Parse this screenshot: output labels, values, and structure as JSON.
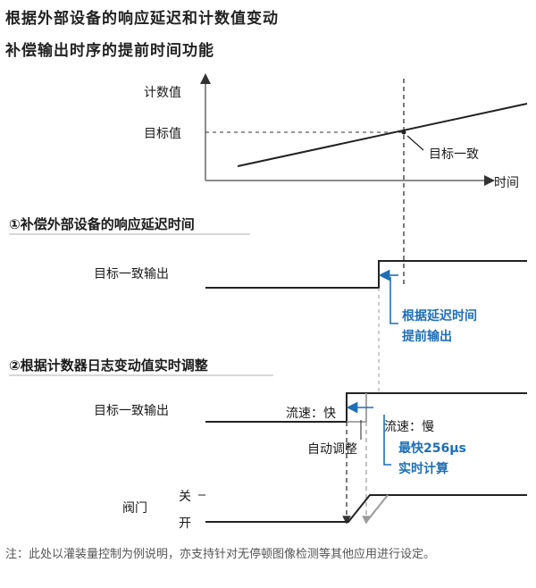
{
  "header": {
    "title_line1": "根据外部设备的响应延迟和计数值变动",
    "title_line2": "补偿输出时序的提前时间功能"
  },
  "top_graph": {
    "y_axis_label": "计数值",
    "target_label": "目标值",
    "x_axis_label": "时间",
    "match_label": "目标一致"
  },
  "section1": {
    "heading": "①补偿外部设备的响应延迟时间",
    "signal_label": "目标一致输出",
    "note_line1": "根据延迟时间",
    "note_line2": "提前输出"
  },
  "section2": {
    "heading": "②根据计数器日志变动值实时调整",
    "signal_label": "目标一致输出",
    "flow_fast": "流速：快",
    "flow_slow": "流速：慢",
    "auto_adjust": "自动调整",
    "fast_line1": "最快256μs",
    "fast_line2": "实时计算",
    "valve_label": "阀门",
    "valve_close": "关",
    "valve_open": "开"
  },
  "footer": {
    "note": "注：此处以灌装量控制为例说明，亦支持针对无停顿图像检测等其他应用进行设定。"
  },
  "colors": {
    "accent_blue": "#1e6fb6",
    "line": "#222222",
    "gray": "#9a9a9a",
    "section_rule": "#b0b0b0"
  }
}
